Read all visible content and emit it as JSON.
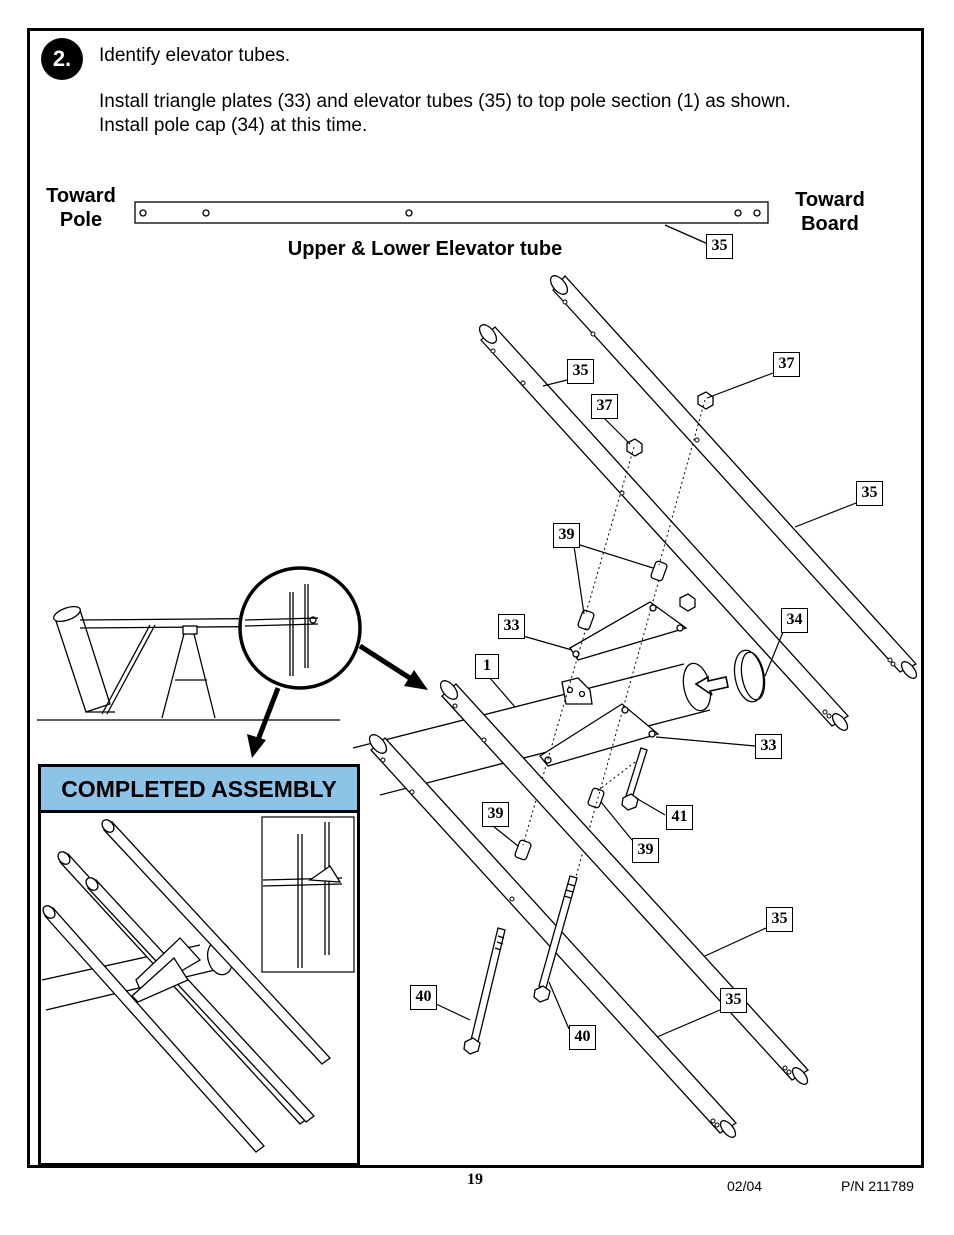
{
  "step": {
    "number": "2.",
    "line1": "Identify elevator tubes.",
    "line2": "Install triangle plates (33) and elevator tubes (35) to top pole section (1) as shown.",
    "line3": "Install pole cap (34) at this time."
  },
  "tube_diagram": {
    "left_label_1": "Toward",
    "left_label_2": "Pole",
    "right_label_1": "Toward",
    "right_label_2": "Board",
    "caption": "Upper & Lower Elevator tube",
    "part": "35"
  },
  "callouts": {
    "c35_upper_a": "35",
    "c37_a": "37",
    "c37_b": "37",
    "c35_right": "35",
    "c39_a": "39",
    "c33_a": "33",
    "c34": "34",
    "c1": "1",
    "c33_b": "33",
    "c39_b": "39",
    "c41": "41",
    "c39_c": "39",
    "c35_lower_a": "35",
    "c40_a": "40",
    "c35_lower_b": "35",
    "c40_b": "40"
  },
  "completed": {
    "title": "COMPLETED ASSEMBLY"
  },
  "footer": {
    "page": "19",
    "date": "02/04",
    "part_number": "P/N 211789"
  },
  "icons": [
    "detail-circle",
    "direction-arrow",
    "pole-cap"
  ]
}
